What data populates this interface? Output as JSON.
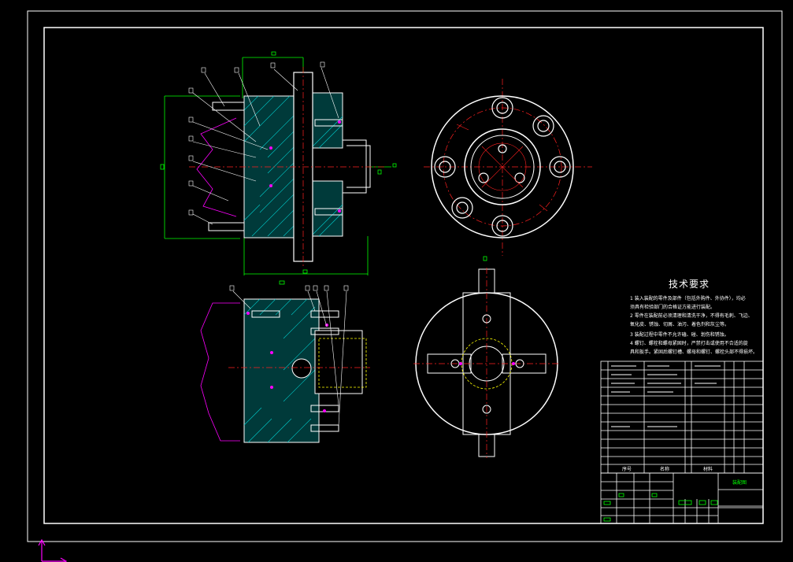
{
  "colors": {
    "background": "#000000",
    "frame": "#ffffff",
    "outline": "#ffffff",
    "hatch": "#00c8c8",
    "center_line": "#ff2020",
    "hidden_line": "#ffff00",
    "leader": "#ffffff",
    "dimension": "#00ff00",
    "magenta": "#ff00ff"
  },
  "technical_requirements": {
    "title": "技术要求",
    "lines": [
      "1  装入装配的零件及部件（包括外购件、外协件），均必",
      "须具有检验部门的合格证方能进行装配。",
      "2  零件在装配前必须清理和清洗干净，不得有毛刺、飞边、",
      "氧化皮、锈蚀、切屑、油污、着色剂和灰尘等。",
      "3  装配过程中零件不允许磕、碰、划伤和锈蚀。",
      "4  螺钉、螺栓和螺母紧固时，严禁打击或使用不合适的旋",
      "具和扳手。紧固后螺钉槽、螺母和螺钉、螺栓头部不得损坏。"
    ]
  },
  "title_block": {
    "drawing_name": "装配图",
    "col_seq": "序号",
    "col_name": "名称",
    "col_material": "材料"
  },
  "icons": [
    "ucs-axis-icon"
  ]
}
